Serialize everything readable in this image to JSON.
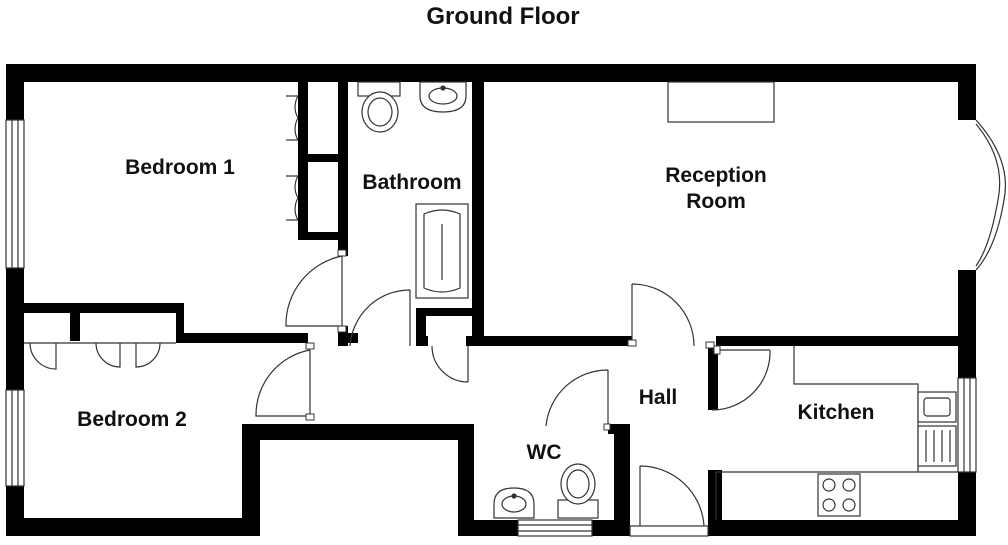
{
  "title": "Ground Floor",
  "rooms": {
    "bedroom1": "Bedroom 1",
    "bathroom": "Bathroom",
    "reception_line1": "Reception",
    "reception_line2": "Room",
    "bedroom2": "Bedroom 2",
    "hall": "Hall",
    "kitchen": "Kitchen",
    "wc": "WC"
  },
  "colors": {
    "wall": "#000000",
    "background": "#ffffff",
    "line": "#333333"
  }
}
